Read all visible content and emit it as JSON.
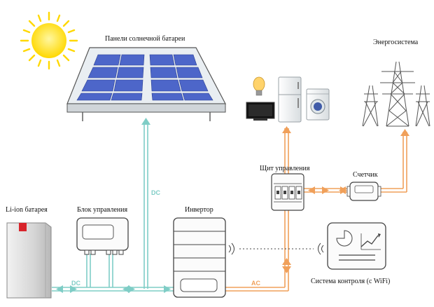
{
  "labels": {
    "solar_panels": "Панели солнечной батареи",
    "energy_system": "Энергосистема",
    "battery": "Li-ion батарея",
    "control_unit": "Блок управления",
    "inverter": "Инвертор",
    "switchboard": "Щит управления",
    "meter": "Счетчик",
    "monitoring": "Система контроля (с WiFi)"
  },
  "flows": {
    "dc_panel": "DC",
    "dc_battery": "DC",
    "ac_output": "AC"
  },
  "colors": {
    "dc_line": "#7fcdc6",
    "ac_line": "#f0a05a",
    "panel_cell": "#4d66c9",
    "sun": "#ffd800",
    "device_outline": "#333333"
  },
  "icons": [
    "sun-icon",
    "solar-panel-icon",
    "light-bulb-icon",
    "tv-icon",
    "refrigerator-icon",
    "washing-machine-icon",
    "power-tower-icon",
    "battery-icon",
    "control-unit-icon",
    "inverter-icon",
    "switchboard-icon",
    "meter-icon",
    "monitoring-tablet-icon",
    "wifi-signal-icon"
  ]
}
